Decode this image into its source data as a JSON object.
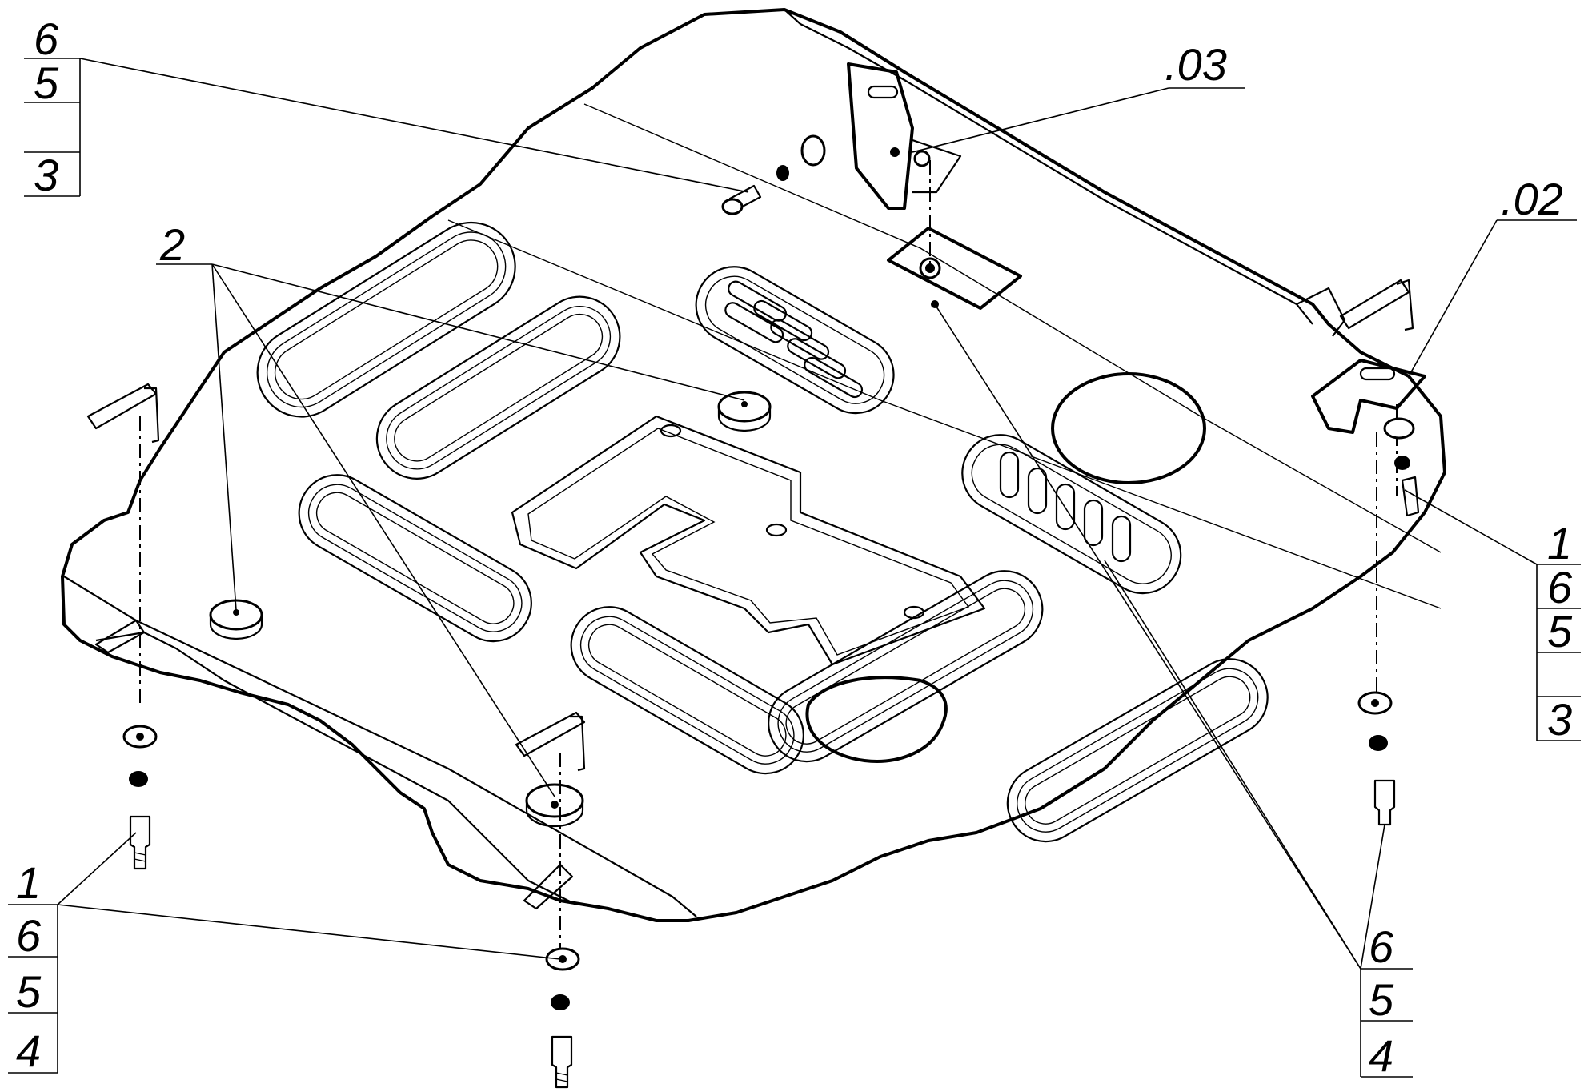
{
  "callouts": {
    "top_left": [
      "6",
      "5",
      "3"
    ],
    "part_2": "2",
    "part_03": ".03",
    "part_02": ".02",
    "right": [
      "1",
      "6",
      "5",
      "3"
    ],
    "bottom_left": [
      "1",
      "6",
      "5",
      "4"
    ],
    "bottom_right": [
      "6",
      "5",
      "4"
    ]
  },
  "colors": {
    "line": "#000000",
    "background": "#ffffff"
  }
}
